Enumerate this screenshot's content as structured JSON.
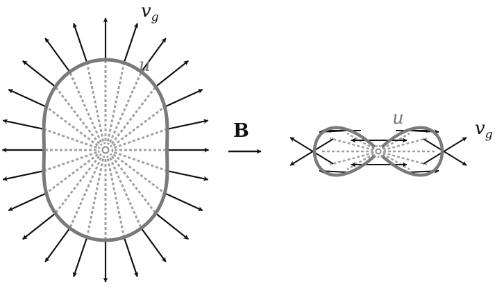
{
  "labels": {
    "vg_main": "v",
    "vg_sub": "g",
    "u_left": "u",
    "field": "B",
    "u_right": "u",
    "vg_right_main": "v",
    "vg_right_sub": "g"
  },
  "colors": {
    "curve": "#7a7a7a",
    "arrow": "#111111",
    "ray": "#a0a0a0",
    "background": "#ffffff"
  }
}
